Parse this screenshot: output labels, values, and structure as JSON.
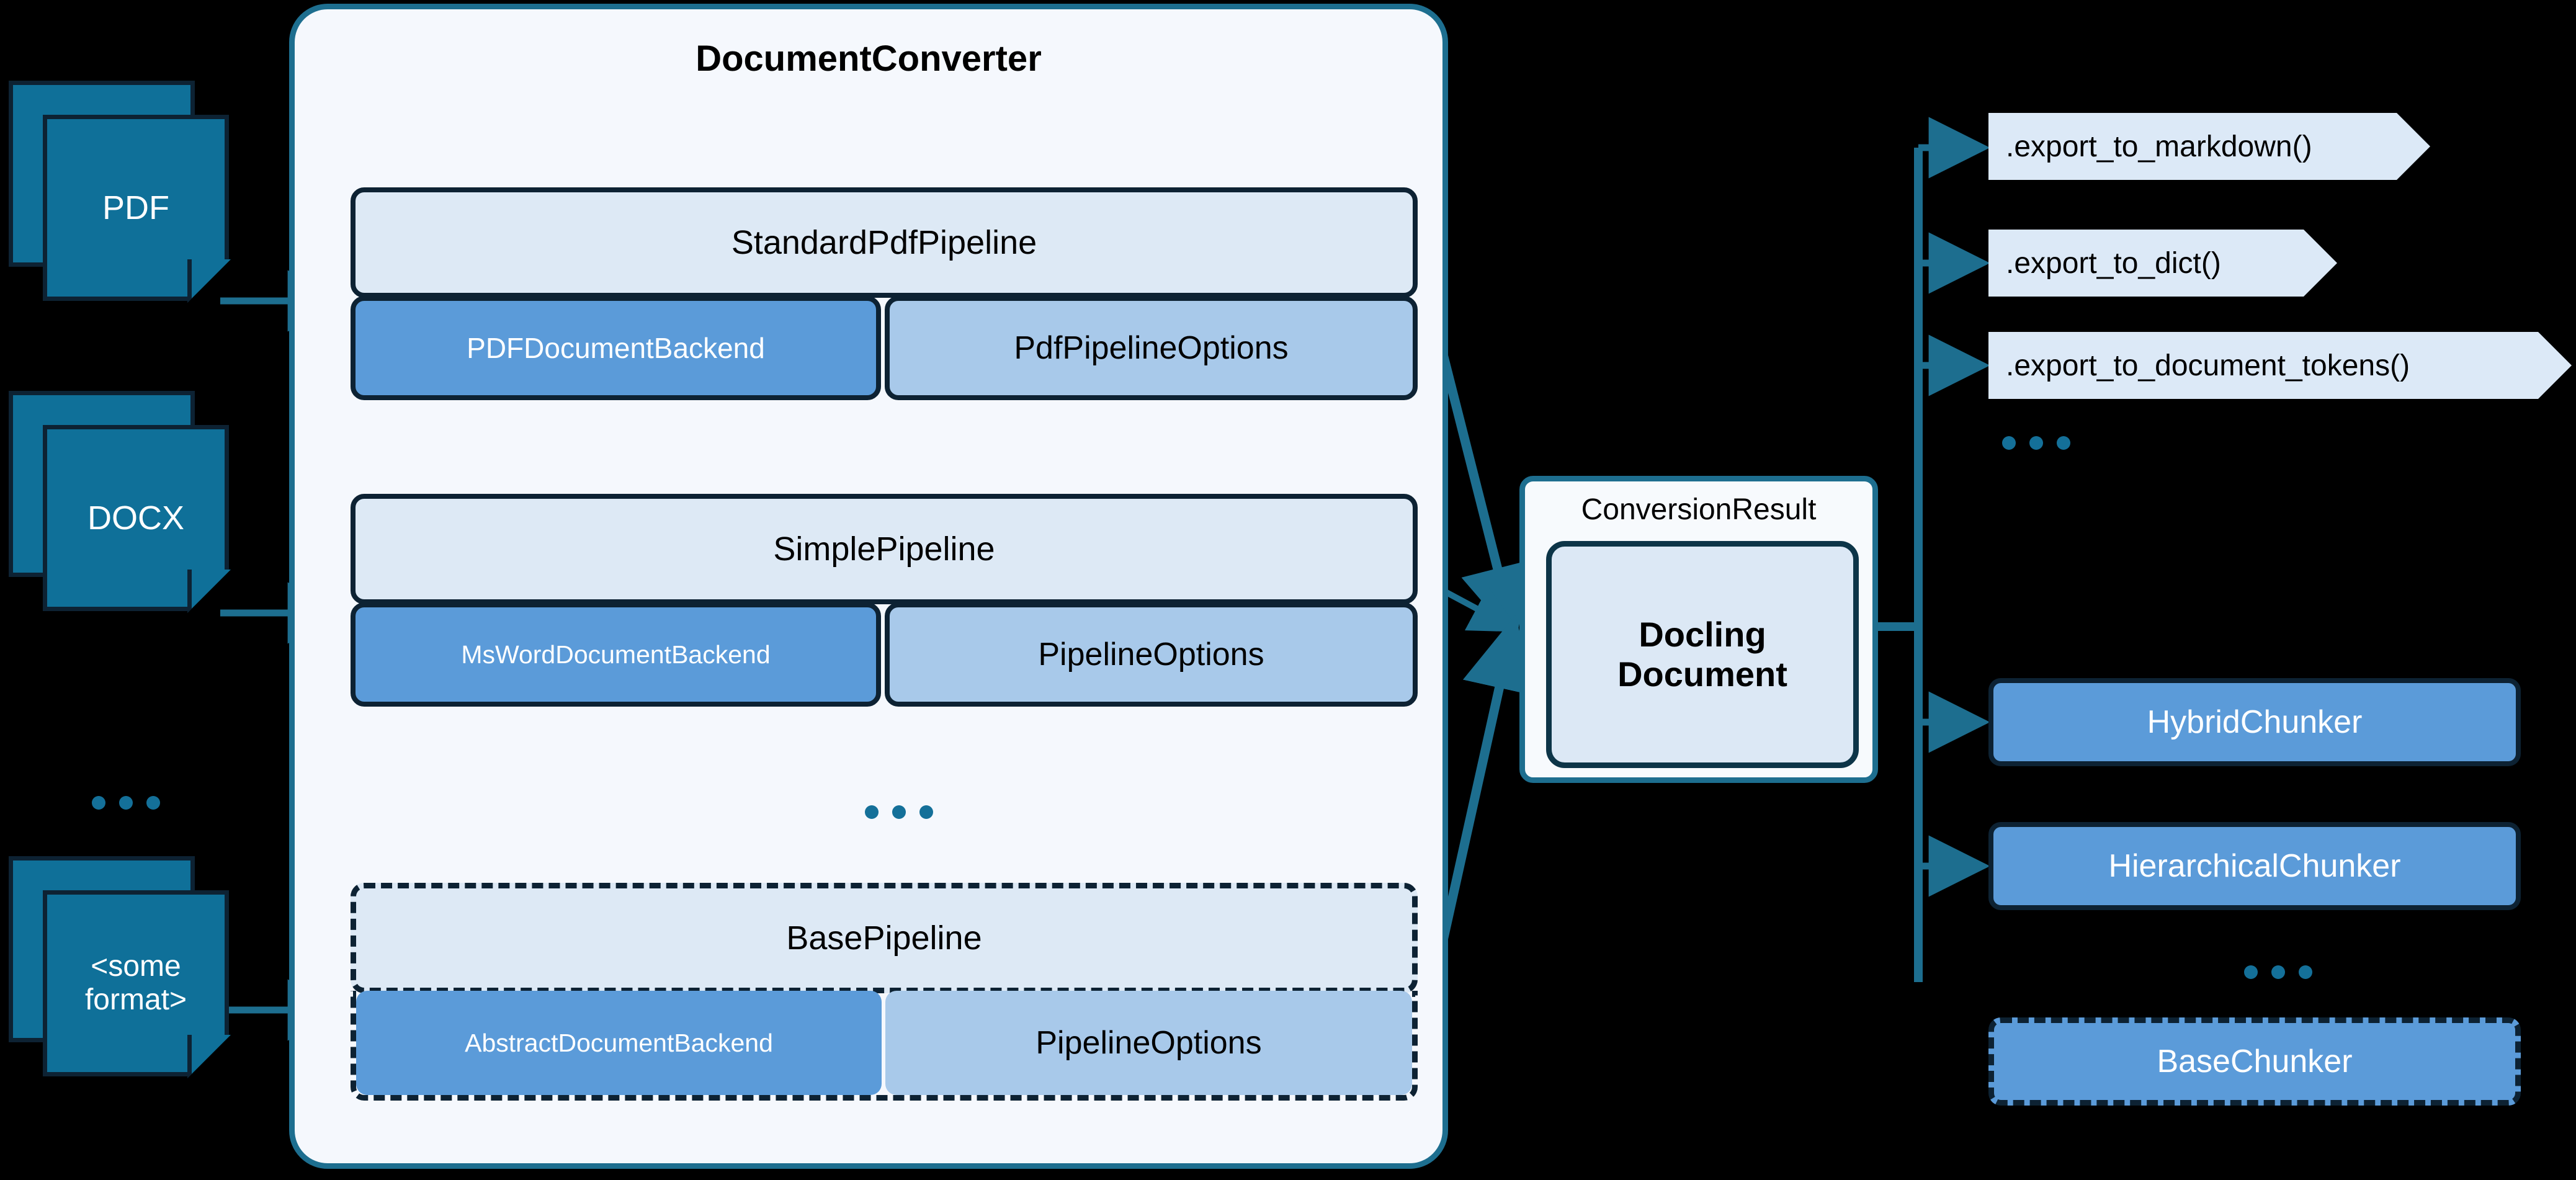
{
  "converter": {
    "title": "DocumentConverter",
    "pipelines": [
      {
        "name": "StandardPdfPipeline",
        "backend": "PDFDocumentBackend",
        "options": "PdfPipelineOptions",
        "abstract": false
      },
      {
        "name": "SimplePipeline",
        "backend": "MsWordDocumentBackend",
        "options": "PipelineOptions",
        "abstract": false
      },
      {
        "name": "BasePipeline",
        "backend": "AbstractDocumentBackend",
        "options": "PipelineOptions",
        "abstract": true
      }
    ],
    "ellipsis": "..."
  },
  "inputs": {
    "items": [
      {
        "label": "PDF"
      },
      {
        "label": "DOCX"
      },
      {
        "label": "<some\nformat>"
      }
    ],
    "ellipsis": "..."
  },
  "conversion_result": {
    "title": "ConversionResult",
    "document": "Docling\nDocument"
  },
  "exports": {
    "items": [
      {
        "label": ".export_to_markdown()"
      },
      {
        "label": ".export_to_dict()"
      },
      {
        "label": ".export_to_document_tokens()"
      }
    ],
    "ellipsis": "..."
  },
  "chunkers": {
    "items": [
      {
        "label": "HybridChunker",
        "abstract": false
      },
      {
        "label": "HierarchicalChunker",
        "abstract": false
      },
      {
        "label": "BaseChunker",
        "abstract": true
      }
    ],
    "ellipsis": "..."
  },
  "colors": {
    "background": "#000000",
    "container_fill": "#f5f8fd",
    "container_border": "#1d6e8f",
    "pipeline_head_fill": "#dde9f5",
    "backend_fill": "#5b9bd9",
    "options_fill": "#a8c9ea",
    "doc_icon_fill": "#0f7099",
    "outline_dark": "#0d2233",
    "connector": "#1d6e8f",
    "export_fill": "#dce9f7"
  }
}
